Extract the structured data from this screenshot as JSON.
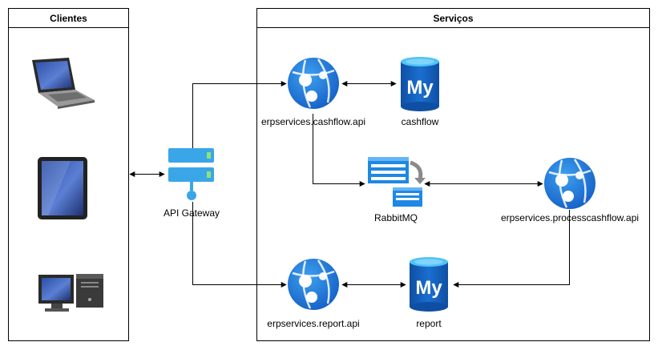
{
  "panels": {
    "clients": {
      "title": "Clientes"
    },
    "services": {
      "title": "Serviços"
    }
  },
  "nodes": {
    "gateway": {
      "label": "API Gateway",
      "icon": "api-gateway-icon"
    },
    "cashflow_api": {
      "label": "erpservices.cashflow.api",
      "icon": "app-service-icon"
    },
    "cashflow_db": {
      "label": "cashflow",
      "icon": "mysql-database-icon",
      "glyph": "My"
    },
    "rabbitmq": {
      "label": "RabbitMQ",
      "icon": "message-queue-icon"
    },
    "processcashflow_api": {
      "label": "erpservices.processcashflow.api",
      "icon": "app-service-icon"
    },
    "report_api": {
      "label": "erpservices.report.api",
      "icon": "app-service-icon"
    },
    "report_db": {
      "label": "report",
      "icon": "mysql-database-icon",
      "glyph": "My"
    }
  },
  "clients": [
    {
      "icon": "laptop-icon"
    },
    {
      "icon": "tablet-icon"
    },
    {
      "icon": "desktop-computer-icon"
    }
  ],
  "colors": {
    "azure_blue": "#1e73d6",
    "azure_light": "#6bb4f0",
    "db_blue": "#1565c0",
    "db_top": "#29b6f6",
    "gateway_blue": "#38a7e8"
  }
}
